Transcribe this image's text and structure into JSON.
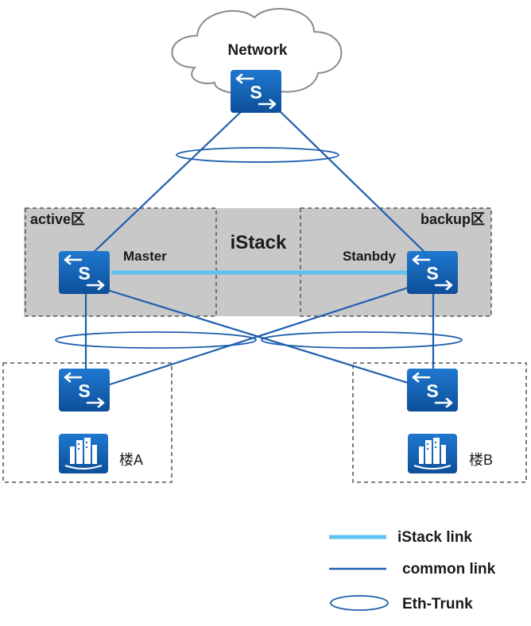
{
  "cloud": {
    "label": "Network"
  },
  "zones": {
    "active": {
      "label": "active区"
    },
    "backup": {
      "label": "backup区"
    },
    "stack": {
      "label": "iStack"
    }
  },
  "switches": {
    "core": {
      "label": "S"
    },
    "master": {
      "label": "S",
      "role": "Master"
    },
    "standby": {
      "label": "S",
      "role": "Stanbdy"
    },
    "access_a": {
      "label": "S"
    },
    "access_b": {
      "label": "S"
    }
  },
  "buildings": {
    "a": {
      "label": "楼A"
    },
    "b": {
      "label": "楼B"
    }
  },
  "legend": {
    "istack_link": "iStack link",
    "common_link": "common link",
    "eth_trunk": "Eth-Trunk"
  },
  "colors": {
    "switch_fill": "#1565b8",
    "common_link": "#1f5fae",
    "istack_link": "#5ec3ef",
    "zone_fill": "#c8c8c8"
  },
  "icons": {
    "switch": "switch-icon",
    "building": "building-icon",
    "cloud": "cloud-icon"
  }
}
